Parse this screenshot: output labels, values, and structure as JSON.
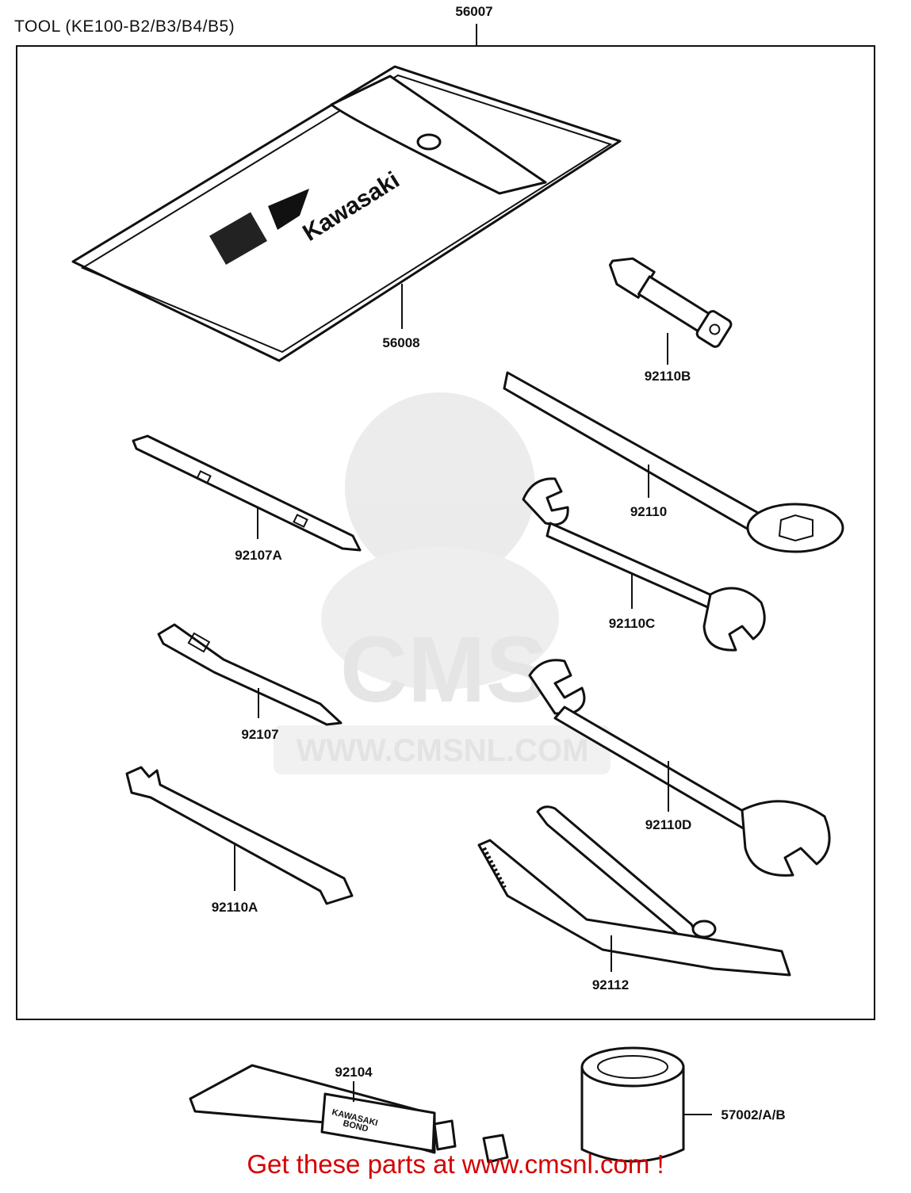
{
  "diagram": {
    "title": "TOOL (KE100-B2/B3/B4/B5)",
    "watermark": {
      "brand": "CMS",
      "url": "WWW.CMSNL.COM"
    },
    "pouch_logo": "Kawasaki",
    "tube_print": [
      "KAWASAKI",
      "BOND"
    ],
    "labels": {
      "p56007": "56007",
      "p56008": "56008",
      "p92110B": "92110B",
      "p92110": "92110",
      "p92107A": "92107A",
      "p92110C": "92110C",
      "p92107": "92107",
      "p92110D": "92110D",
      "p92110A": "92110A",
      "p92112": "92112",
      "p92104": "92104",
      "p57002": "57002/A/B"
    },
    "footer": "Get these parts at www.cmsnl.com !"
  }
}
